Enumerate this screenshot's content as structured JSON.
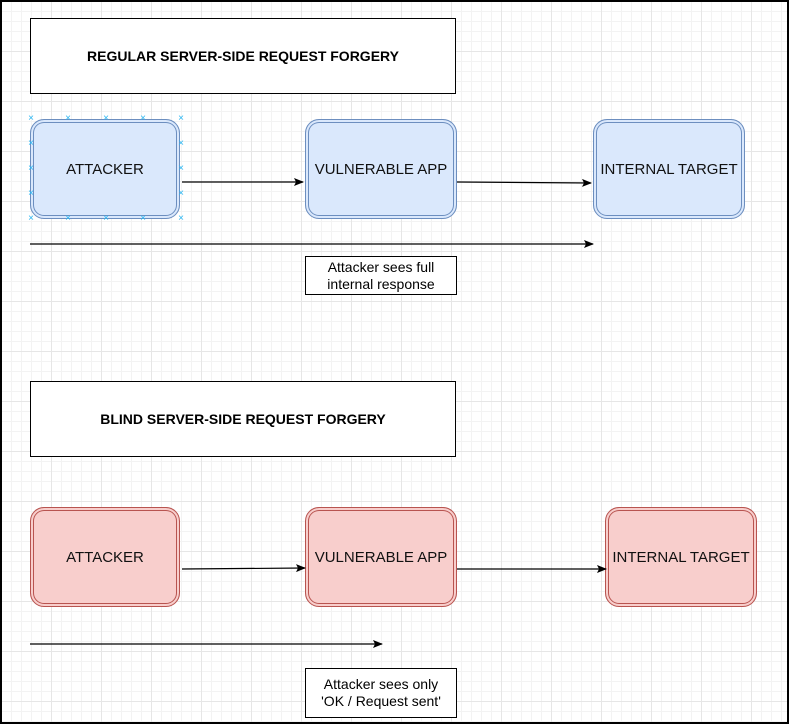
{
  "sections": [
    {
      "title": "REGULAR SERVER-SIDE REQUEST FORGERY",
      "nodes": [
        "ATTACKER",
        "VULNERABLE APP",
        "INTERNAL TARGET"
      ],
      "note_lines": [
        "Attacker sees full",
        "internal response"
      ],
      "fill": "#dae8fc",
      "stroke": "#6c8ebf"
    },
    {
      "title": "BLIND SERVER-SIDE REQUEST FORGERY",
      "nodes": [
        "ATTACKER",
        "VULNERABLE APP",
        "INTERNAL TARGET"
      ],
      "note_lines": [
        "Attacker sees only",
        "'OK / Request sent'"
      ],
      "fill": "#f8cecc",
      "stroke": "#b85450"
    }
  ],
  "selection_handle_icon": "x-handle-icon"
}
